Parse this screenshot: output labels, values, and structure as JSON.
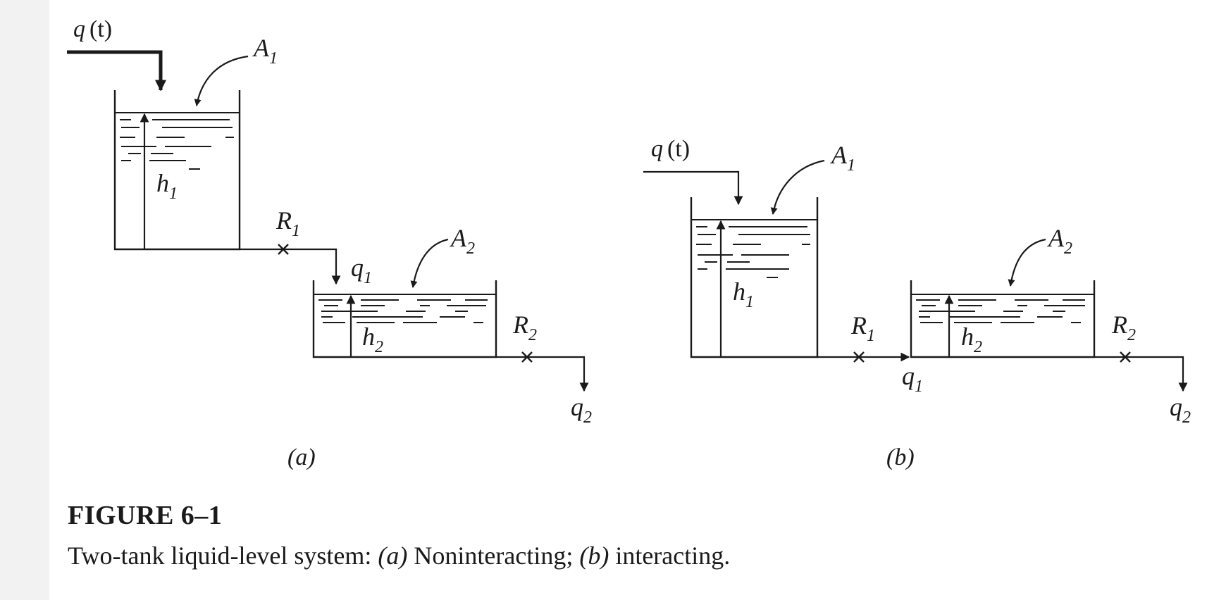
{
  "figure": {
    "number": "FIGURE 6–1",
    "caption": {
      "lead": "Two-tank liquid-level system: ",
      "part_a_tag": "(a)",
      "part_a_text": " Noninteracting; ",
      "part_b_tag": "(b)",
      "part_b_text": " interacting."
    }
  },
  "diagram_a": {
    "panel_label": "(a)",
    "inflow": {
      "symbol": "q",
      "arg": "(t)"
    },
    "tank1_area": {
      "symbol": "A",
      "sub": "1"
    },
    "tank1_level": {
      "symbol": "h",
      "sub": "1"
    },
    "valve1": {
      "symbol": "R",
      "sub": "1"
    },
    "flow1": {
      "symbol": "q",
      "sub": "1"
    },
    "tank2_area": {
      "symbol": "A",
      "sub": "2"
    },
    "tank2_level": {
      "symbol": "h",
      "sub": "2"
    },
    "valve2": {
      "symbol": "R",
      "sub": "2"
    },
    "outflow": {
      "symbol": "q",
      "sub": "2"
    }
  },
  "diagram_b": {
    "panel_label": "(b)",
    "inflow": {
      "symbol": "q",
      "arg": "(t)"
    },
    "tank1_area": {
      "symbol": "A",
      "sub": "1"
    },
    "tank1_level": {
      "symbol": "h",
      "sub": "1"
    },
    "valve1": {
      "symbol": "R",
      "sub": "1"
    },
    "flow1": {
      "symbol": "q",
      "sub": "1"
    },
    "tank2_area": {
      "symbol": "A",
      "sub": "2"
    },
    "tank2_level": {
      "symbol": "h",
      "sub": "2"
    },
    "valve2": {
      "symbol": "R",
      "sub": "2"
    },
    "outflow": {
      "symbol": "q",
      "sub": "2"
    }
  }
}
